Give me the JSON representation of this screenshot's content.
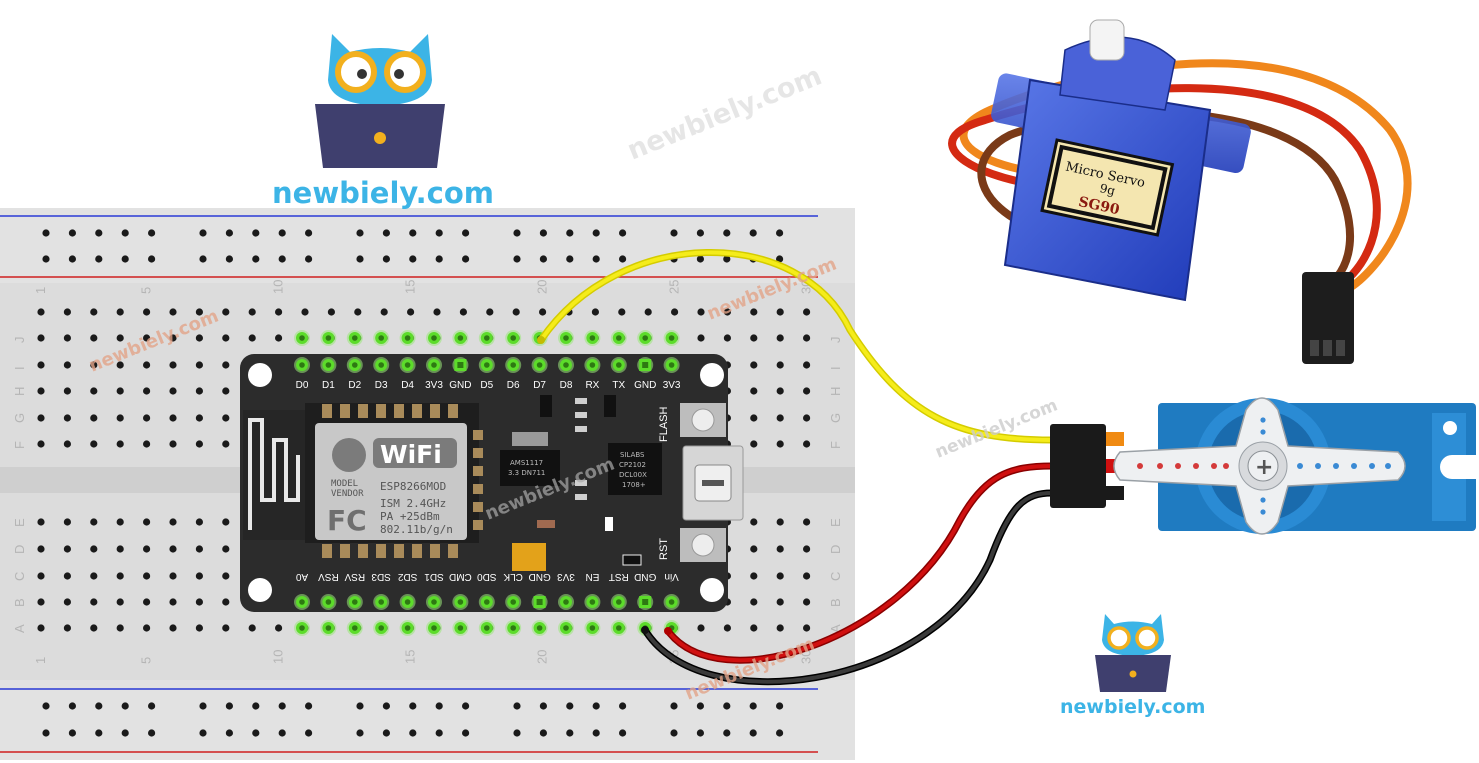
{
  "brand": {
    "logo_text": "newbiely.com",
    "watermark": "newbiely.com"
  },
  "breadboard": {
    "row_letters_top": [
      "J",
      "I",
      "H",
      "G",
      "F"
    ],
    "row_letters_bottom": [
      "E",
      "D",
      "C",
      "B",
      "A"
    ],
    "column_numbers": [
      "1",
      "5",
      "10",
      "15",
      "20",
      "25",
      "30"
    ]
  },
  "esp8266": {
    "top_pins": [
      "D0",
      "D1",
      "D2",
      "D3",
      "D4",
      "3V3",
      "GND",
      "D5",
      "D6",
      "D7",
      "D8",
      "RX",
      "TX",
      "GND",
      "3V3"
    ],
    "bottom_pins": [
      "A0",
      "RSV",
      "RSV",
      "SD3",
      "SD2",
      "SD1",
      "CMD",
      "SD0",
      "CLK",
      "GND",
      "3V3",
      "EN",
      "RST",
      "GND",
      "Vin"
    ],
    "module": {
      "wifi_label": "WiFi",
      "model_line": "MODEL",
      "vendor_line": "VENDOR",
      "model_name": "ESP8266MOD",
      "ism_line": "ISM 2.4GHz",
      "pa_line": "PA  +25dBm",
      "std_line": "802.11b/g/n",
      "fc": "FC"
    },
    "regulator": [
      "AMS1117",
      "3.3  DN711"
    ],
    "usb_chip": [
      "SILABS",
      "CP2102",
      "DCL00X",
      "1708+"
    ],
    "flash_label": "FLASH",
    "rst_label": "RST"
  },
  "servo_photo": {
    "label_line1": "Micro Servo",
    "label_line2": "9g",
    "label_line3": "SG90"
  },
  "colors": {
    "signal_wire": "#f5ec1a",
    "power_wire": "#d01010",
    "ground_wire": "#202020",
    "servo_body": "#1f7bc1",
    "board": "#2c2c2c",
    "pin_green": "#5cdc2a",
    "logo_blue": "#3cb4e6"
  }
}
